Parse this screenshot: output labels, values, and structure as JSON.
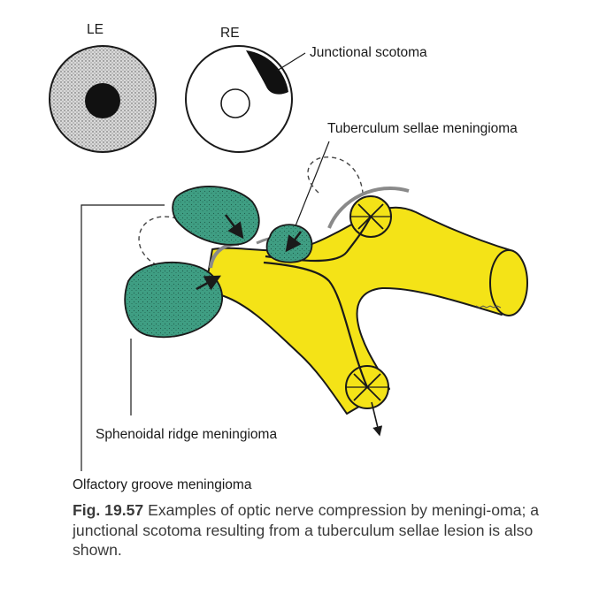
{
  "eyes": {
    "left_label": "LE",
    "right_label": "RE"
  },
  "labels": {
    "junctional_scotoma": "Junctional scotoma",
    "tuberculum_sellae": "Tuberculum sellae meningioma",
    "sphenoidal_ridge": "Sphenoidal ridge meningioma",
    "olfactory_groove": "Olfactory groove meningioma"
  },
  "caption": {
    "figure_number": "Fig. 19.57",
    "text": "Examples of optic nerve compression by meningi-oma; a junctional scotoma resulting from a tuberculum sellae lesion is also shown."
  },
  "colors": {
    "chiasm_yellow": "#f4e317",
    "tumour_green": "#3f9e83",
    "outline": "#1a1a1a",
    "carotid_grey": "#8a8a8a"
  }
}
